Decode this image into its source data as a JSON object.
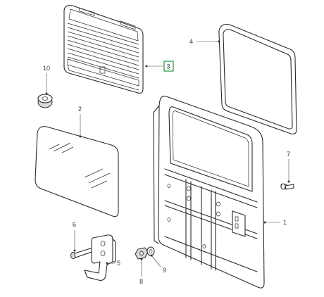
{
  "colors": {
    "line": "#2a2a2a",
    "leader": "#444444",
    "highlight": "#1a9a3a"
  },
  "callouts": {
    "c1": "1",
    "c2": "2",
    "c3": "3",
    "c4": "4",
    "c5": "5",
    "c6": "6",
    "c7": "7",
    "c8": "8",
    "c9": "9",
    "c10": "10"
  },
  "highlighted_callout": "3"
}
